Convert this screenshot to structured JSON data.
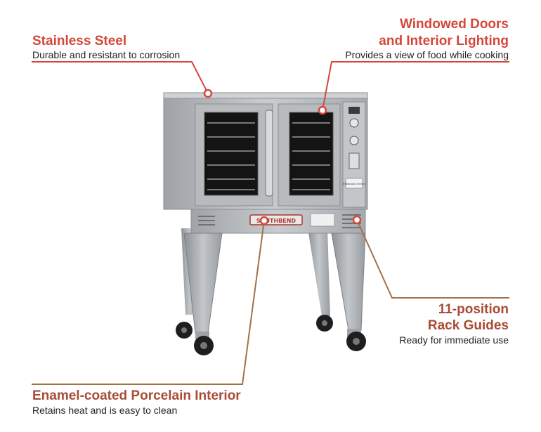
{
  "colors": {
    "accent": "#d4473a",
    "line_brown": "#a0724a",
    "stainless": "#b9bcbf",
    "text": "#222222"
  },
  "callouts": {
    "stainless_steel": {
      "title": "Stainless Steel",
      "description": "Durable and resistant to corrosion"
    },
    "windowed_doors": {
      "title_line1": "Windowed Doors",
      "title_line2": "and Interior Lighting",
      "description": "Provides a view of food while cooking"
    },
    "rack_guides": {
      "title_line1": "11-position",
      "title_line2": "Rack Guides",
      "description": "Ready for immediate use"
    },
    "porcelain_interior": {
      "title": "Enamel-coated Porcelain Interior",
      "description": "Retains heat and is easy to clean"
    }
  },
  "product": {
    "brand_plate": "SOUTHBEND",
    "series_plate": "Platinum Series"
  }
}
